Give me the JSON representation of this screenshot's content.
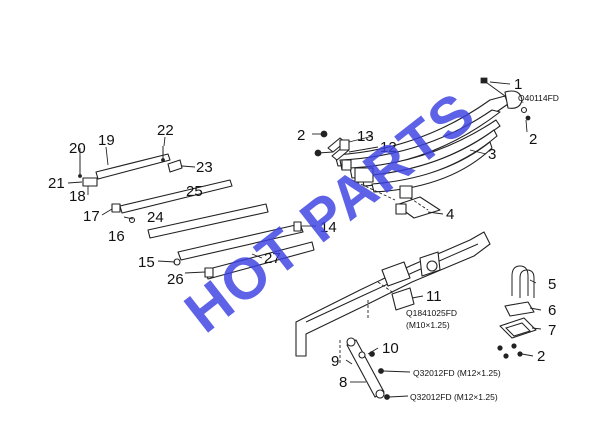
{
  "diagram": {
    "callouts": {
      "c1": "1",
      "c2a": "2",
      "c2b": "2",
      "c2c": "2",
      "c3": "3",
      "c4": "4",
      "c5": "5",
      "c6": "6",
      "c7": "7",
      "c8": "8",
      "c9": "9",
      "c10": "10",
      "c11": "11",
      "c12": "12",
      "c13": "13",
      "c14": "14",
      "c15": "15",
      "c16": "16",
      "c17": "17",
      "c18": "18",
      "c19": "19",
      "c20": "20",
      "c21": "21",
      "c22": "22",
      "c23": "23",
      "c24": "24",
      "c25": "25",
      "c26": "26",
      "c27": "27"
    },
    "part_codes": {
      "q40114fd": "Q40114FD",
      "q1841025fd_code": "Q1841025FD",
      "q1841025fd_spec": "(M10×1.25)",
      "q32012fd_upper": "Q32012FD (M12×1.25)",
      "q32012fd_lower": "Q32012FD (M12×1.25)"
    },
    "watermark": "HOT PARTS"
  }
}
